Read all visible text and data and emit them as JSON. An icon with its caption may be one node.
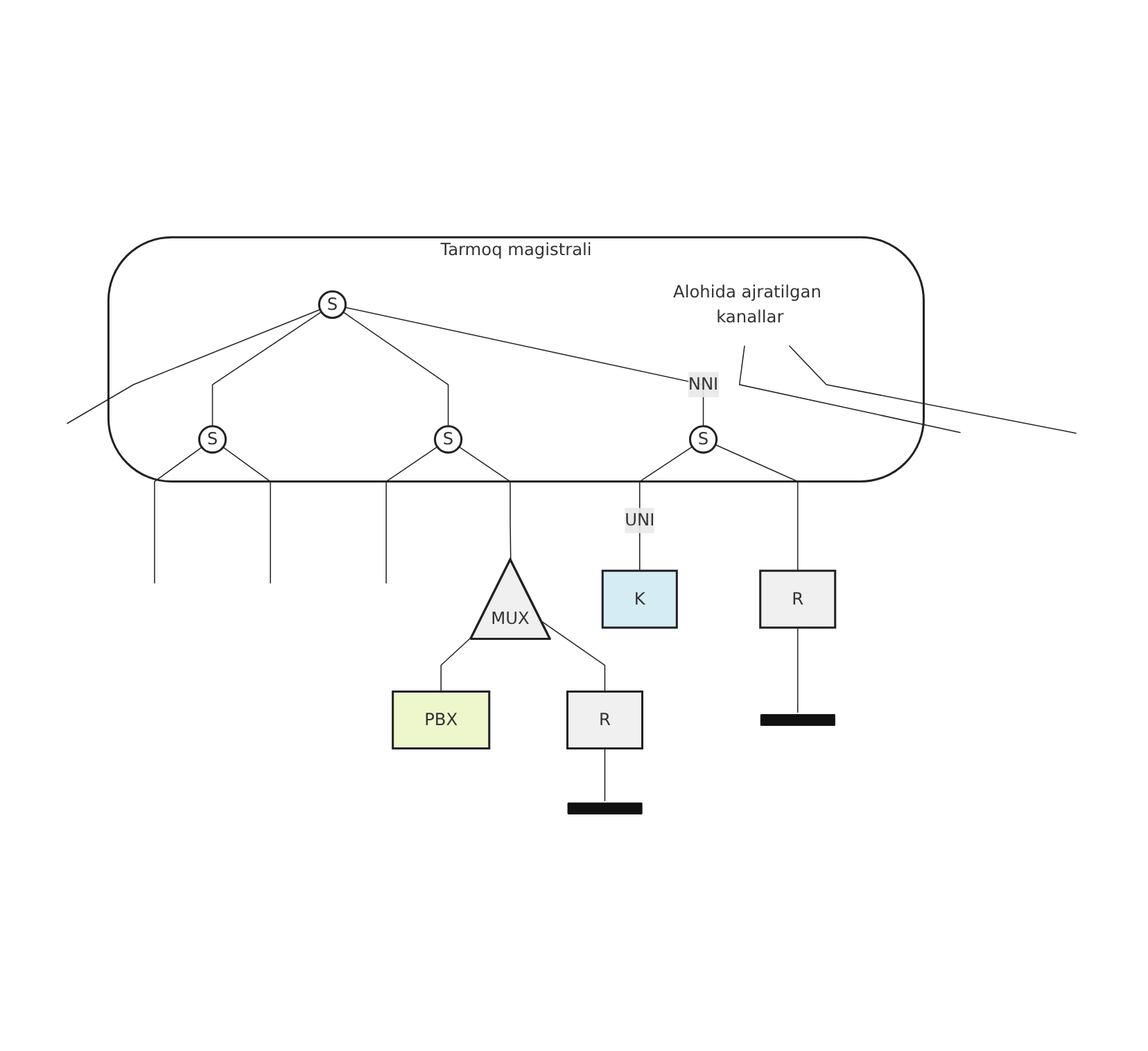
{
  "diagram": {
    "nodes": [
      {
        "text": [
          "Tarmoq magistrali"
        ]
      },
      {
        "text": [
          "S"
        ],
        "in": 0
      },
      {
        "text": [
          "S"
        ],
        "in": 0
      },
      {
        "text": [
          "S"
        ],
        "in": 0
      },
      {
        "text": [
          "S"
        ],
        "in": 0
      },
      {
        "text": [
          "K"
        ]
      },
      {
        "text": [
          "R"
        ]
      },
      {
        "text": [
          "MUX"
        ]
      },
      {
        "text": [
          "PBX"
        ]
      },
      {
        "text": [
          "R"
        ]
      },
      {
        "text": [],
        "shape": "bar"
      },
      {
        "text": [],
        "shape": "bar"
      },
      {
        "text": [
          "Alohida ajratilgan kanallar"
        ],
        "in": 0
      }
    ],
    "edges": [
      {
        "from": null,
        "to": 1,
        "arrow": "none"
      },
      {
        "from": 1,
        "to": 2,
        "arrow": "none"
      },
      {
        "from": 1,
        "to": 3,
        "arrow": "none"
      },
      {
        "from": 1,
        "to": 4,
        "arrow": "none",
        "label": "NNI"
      },
      {
        "from": 2,
        "to": null,
        "arrow": "none"
      },
      {
        "from": 2,
        "to": null,
        "arrow": "none"
      },
      {
        "from": 3,
        "to": null,
        "arrow": "none"
      },
      {
        "from": 4,
        "to": 5,
        "arrow": "none",
        "label": "UNI"
      },
      {
        "from": 4,
        "to": 6,
        "arrow": "none"
      },
      {
        "from": 3,
        "to": 7,
        "arrow": "none"
      },
      {
        "from": 7,
        "to": 8,
        "arrow": "none"
      },
      {
        "from": 7,
        "to": 9,
        "arrow": "none"
      },
      {
        "from": 6,
        "to": 10,
        "arrow": "none"
      },
      {
        "from": 9,
        "to": 11,
        "arrow": "none"
      },
      {
        "from": 12,
        "to": null,
        "arrow": "none"
      },
      {
        "from": 12,
        "to": null,
        "arrow": "none"
      }
    ]
  }
}
